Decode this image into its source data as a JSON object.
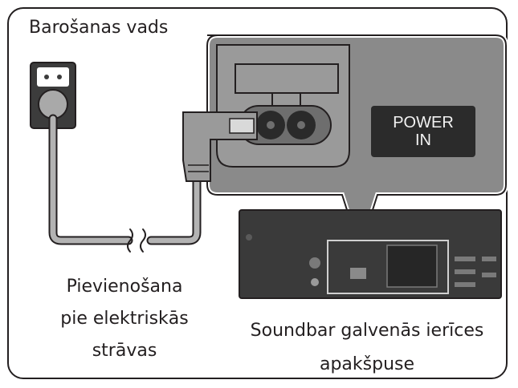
{
  "labels": {
    "title": "Barošanas vads",
    "connect_line1": "Pievienošana",
    "connect_line2": "pie elektriskās",
    "connect_line3": "strāvas",
    "location_line1": "Soundbar galvenās ierīces",
    "location_line2": "apakšpuse",
    "power_line1": "POWER",
    "power_line2": "IN"
  },
  "colors": {
    "outline": "#231f20",
    "panel_gray": "#8a8a8a",
    "cable_gray": "#b3b3b3",
    "device_dark": "#3a3a3a"
  }
}
